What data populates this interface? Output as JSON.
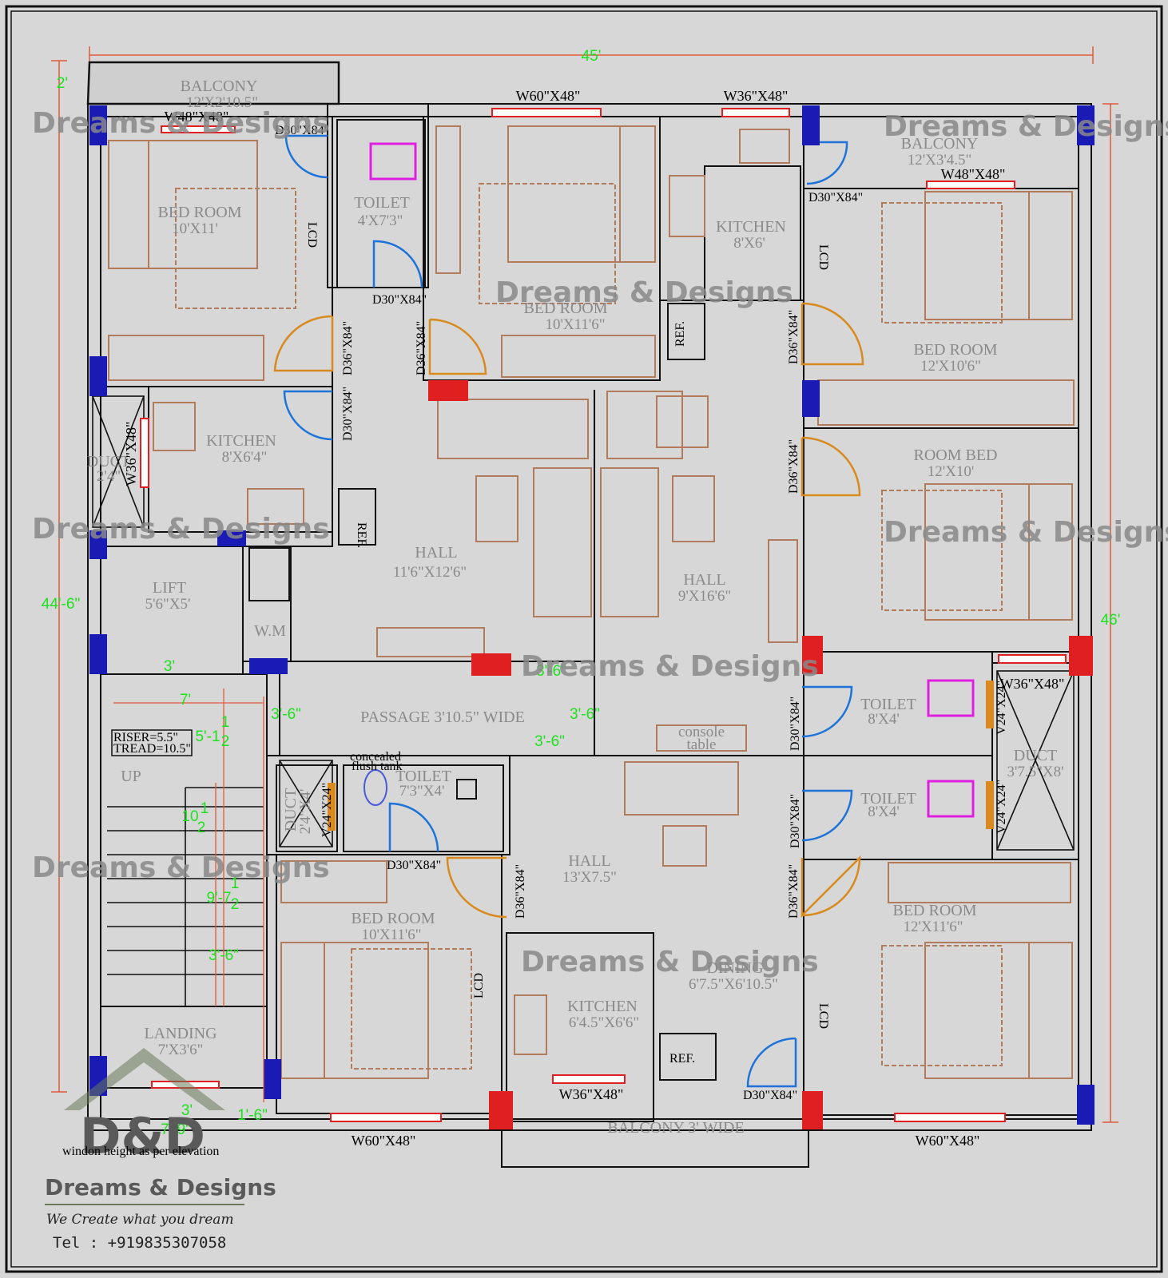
{
  "dimensions": {
    "top_width": "45'",
    "left_height": "44'-6\"",
    "right_height": "46'",
    "top_offset": "2'"
  },
  "rooms": {
    "balcony_top_left": {
      "name": "BALCONY",
      "size": "12'X2'10.5\""
    },
    "bedroom_top_left": {
      "name": "BED ROOM",
      "size": "10'X11'"
    },
    "toilet_top": {
      "name": "TOILET",
      "size": "4'X7'3\""
    },
    "bedroom_top_mid": {
      "name": "BED ROOM",
      "size": "10'X11'6\""
    },
    "kitchen_top": {
      "name": "KITCHEN",
      "size": "8'X6'"
    },
    "balcony_top_right": {
      "name": "BALCONY",
      "size": "12'X3'4.5\""
    },
    "bedroom_top_right": {
      "name": "BED ROOM",
      "size": "12'X10'6\""
    },
    "kitchen_left": {
      "name": "KITCHEN",
      "size": "8'X6'4\""
    },
    "duct_left": {
      "name": "DUCT",
      "size": "2'4\""
    },
    "hall_left": {
      "name": "HALL",
      "size": "11'6\"X12'6\""
    },
    "hall_right": {
      "name": "HALL",
      "size": "9'X16'6\""
    },
    "room_bed_right": {
      "name": "ROOM BED",
      "size": "12'X10'"
    },
    "lift": {
      "name": "LIFT",
      "size": "5'6\"X5'"
    },
    "wm": {
      "name": "W.M"
    },
    "passage": {
      "name": "PASSAGE 3'10.5\" WIDE"
    },
    "toilet_right_1": {
      "name": "TOILET",
      "size": "8'X4'"
    },
    "duct_right": {
      "name": "DUCT",
      "size": "3'7.5\"X8'"
    },
    "toilet_right_2": {
      "name": "TOILET",
      "size": "8'X4'"
    },
    "toilet_mid": {
      "name": "TOILET",
      "size": "7'3\"X4'"
    },
    "duct_mid": {
      "name": "DUCT",
      "size": "2'4\"X4'"
    },
    "hall_bottom": {
      "name": "HALL",
      "size": "13'X7.5\""
    },
    "bedroom_bottom_left": {
      "name": "BED ROOM",
      "size": "10'X11'6\""
    },
    "bedroom_bottom_right": {
      "name": "BED ROOM",
      "size": "12'X11'6\""
    },
    "dining": {
      "name": "DINING",
      "size": "6'7.5\"X6'10.5\""
    },
    "kitchen_bottom": {
      "name": "KITCHEN",
      "size": "6'4.5\"X6'6\""
    },
    "landing": {
      "name": "LANDING",
      "size": "7'X3'6\""
    },
    "balcony_bottom": {
      "name": "BALCONY 3' WIDE"
    }
  },
  "labels": {
    "w48_a": "W48\"X48\"",
    "w60_top": "W60\"X48\"",
    "w36_top": "W36\"X48\"",
    "w48_b": "W48\"X48\"",
    "w36_mid": "W36\"X48\"",
    "w36_bottom": "W36\"X48\"",
    "w60_bottom_left": "W60\"X48\"",
    "w60_bottom_right": "W60\"X48\"",
    "w36_left_duct": "W36\"X48\"",
    "d30_a": "D30\"X84\"",
    "d30_b": "D30\"X84\"",
    "d30_c": "D30\"X84\"",
    "d30_d": "D30\"X84\"",
    "d30_e": "D30\"X84\"",
    "d30_f": "D30\"X84\"",
    "d30_g": "D30\"X84\"",
    "d30_h": "D30\"X84\"",
    "d36_a": "D36\"X84\"",
    "d36_b": "D36\"X84\"",
    "d36_c": "D36\"X84\"",
    "d36_d": "D36\"X84\"",
    "d36_e": "D36\"X84\"",
    "d36_f": "D36\"X84\"",
    "v24_a": "V24\"X24\"",
    "v24_b": "V24\"X24\"",
    "v24_c": "V24\"X24\"",
    "lcd_a": "LCD",
    "lcd_b": "LCD",
    "lcd_c": "LCD",
    "lcd_d": "LCD",
    "ref_a": "REF.",
    "ref_b": "REF.",
    "ref_c": "REF.",
    "console": "console",
    "console2": "table",
    "concealed": "concealed",
    "flush": "flush tank",
    "riser": "RISER=5.5\"",
    "tread": "TREAD=10.5\"",
    "up": "UP",
    "window_note": "windon height as per elevation"
  },
  "green_dims": {
    "g3_lift": "3'",
    "g7": "7'",
    "g5": "5'-1",
    "g5_frac_n": "1",
    "g5_frac_d": "2",
    "g36_a": "3'-6\"",
    "g36_b": "3'-6\"",
    "g36_c": "3'-6\"",
    "g36_d": "3'-6\"",
    "g36_e": "3'-6\"",
    "g10": "10",
    "g10_n": "1",
    "g10_d": "2",
    "g9": "9'-7",
    "g9_n": "1",
    "g9_d": "2",
    "g3_bottom": "3'",
    "g79": "7'-9\"",
    "g16": "1'-6\""
  },
  "watermark": "Dreams & Designs",
  "logo": {
    "mark": "D&D",
    "name": "Dreams & Designs",
    "tagline": "We Create what you dream",
    "tel": "Tel : +919835307058"
  },
  "colors": {
    "background": "#d7d7d7",
    "wall": "#111111",
    "furniture": "#b07c5c",
    "door": "#1e73d8",
    "main_door": "#d98a1e",
    "column_blue": "#1a1ab4",
    "column_red": "#e02020",
    "dimension_green": "#1fe01f",
    "sanitary": "#e020e0"
  }
}
